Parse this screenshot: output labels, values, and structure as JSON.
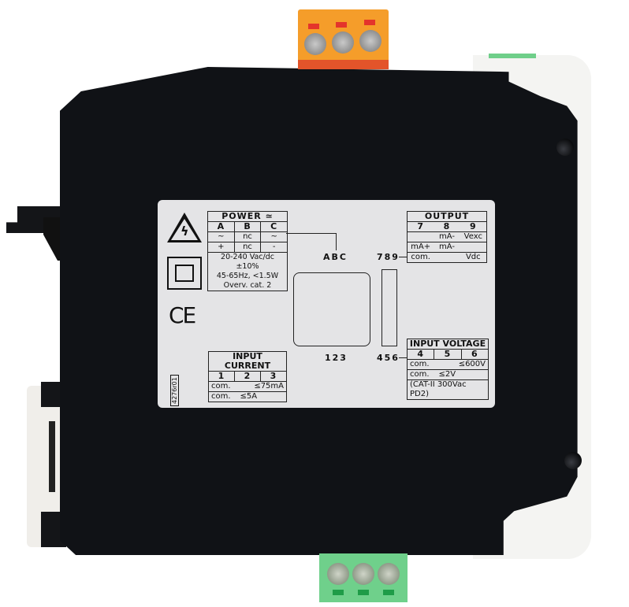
{
  "scene": {
    "subject": "DIN-rail signal converter module, side view",
    "colors": {
      "housing": "#101216",
      "label": "#e4e4e6",
      "top_terminal": "#f59d2a",
      "bottom_terminal": "#6fd08b",
      "end_cap": "#f4f4f2"
    }
  },
  "label": {
    "power": {
      "title": "POWER",
      "symbol": "≃",
      "columns": [
        "A",
        "B",
        "C"
      ],
      "rows": [
        [
          "~",
          "nc",
          "~"
        ],
        [
          "+",
          "nc",
          "-"
        ]
      ],
      "spec_lines": [
        "20-240 Vac/dc ±10%",
        "45-65Hz, <1.5W",
        "Overv. cat. 2"
      ]
    },
    "output": {
      "title": "OUTPUT",
      "columns": [
        "7",
        "8",
        "9"
      ],
      "rows": [
        [
          "",
          "mA-",
          "Vexc"
        ],
        [
          "mA+",
          "mA-",
          ""
        ],
        [
          "com.",
          "",
          "Vdc"
        ]
      ]
    },
    "input_voltage": {
      "title": "INPUT VOLTAGE",
      "columns": [
        "4",
        "5",
        "6"
      ],
      "rows": [
        [
          "com.",
          "≤600V"
        ],
        [
          "com.",
          "≤2V"
        ]
      ],
      "note": "(CAT-II 300Vac PD2)"
    },
    "input_current": {
      "title": "INPUT CURRENT",
      "columns": [
        "1",
        "2",
        "3"
      ],
      "rows": [
        [
          "com.",
          "≤75mA"
        ],
        [
          "com.",
          "≤5A"
        ]
      ]
    },
    "diagram": {
      "top_terminals": "ABC",
      "bottom_terminals": "123",
      "rail_top": "789",
      "rail_bottom": "456"
    },
    "marks": {
      "ce": "CE",
      "part_code": "4276r01",
      "warning_symbol": "ϟ"
    }
  }
}
